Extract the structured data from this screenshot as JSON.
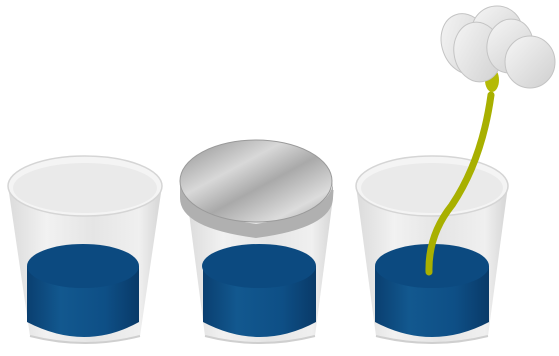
{
  "scene": {
    "cups": [
      {
        "name": "cup-open",
        "cover": "none",
        "water": true
      },
      {
        "name": "cup-covered",
        "cover": "foil-lid",
        "water": true
      },
      {
        "name": "cup-with-flower",
        "cover": "none",
        "water": true,
        "plant": "white-flower"
      }
    ],
    "colors": {
      "background": "#ffffff",
      "cup_glass": "#e6e6e6",
      "cup_rim": "#f3f3f3",
      "water": "#0e4f86",
      "water_top": "#0c4a80",
      "lid": "#bdbdbd",
      "stem": "#a8b000",
      "petal": "#ebebeb"
    }
  }
}
